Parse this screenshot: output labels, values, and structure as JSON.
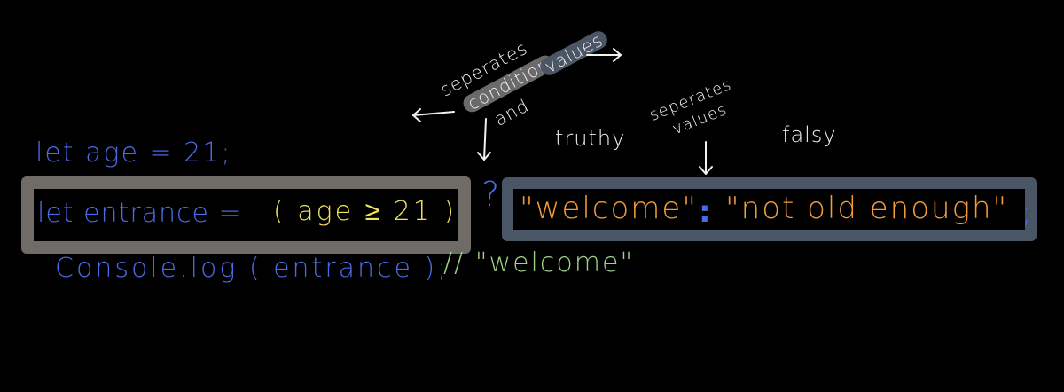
{
  "code": {
    "line1": "let age = 21;",
    "line2_lhs": "let entrance =",
    "condition": "( age ≥ 21 )",
    "question_mark": "?",
    "truthy_value": "\"welcome\"",
    "colon": ":",
    "falsy_value": "\"not old enough\"",
    "semicolon": ";",
    "line3": "Console.log ( entrance );",
    "comment": "// \"welcome\""
  },
  "annotations": {
    "separates_line1": "seperates",
    "separates_condition": "condition",
    "separates_and": "and",
    "separates_values": "values",
    "truthy": "truthy",
    "falsy": "falsy",
    "separates2_line1": "seperates",
    "separates2_line2": "values"
  },
  "colors": {
    "background": "#000000",
    "blue_code": "#4a6ae8",
    "yellow": "#f2e35a",
    "orange": "#f39a3a",
    "green": "#9fd28a",
    "white": "#f2f2f2",
    "condition_box": "#6f6b67",
    "values_box": "#4a5566",
    "highlight": "#6a6a6a"
  }
}
